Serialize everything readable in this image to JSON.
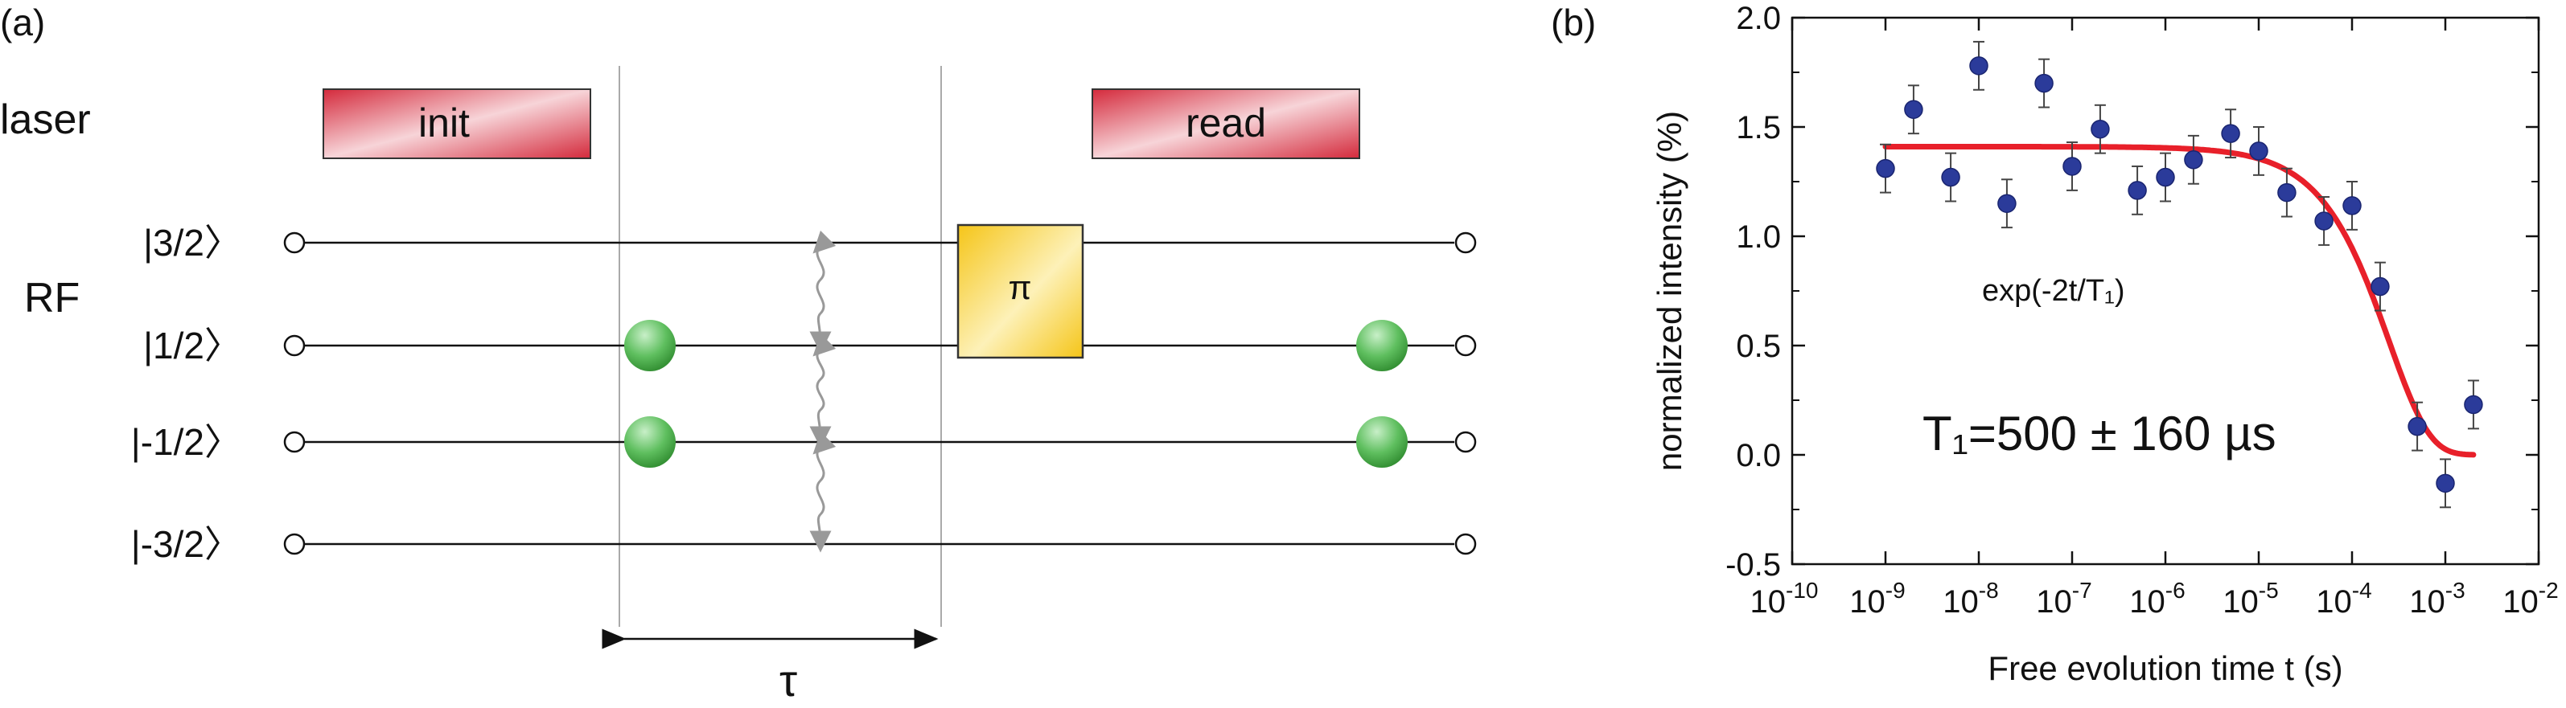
{
  "panel_a": {
    "label": "(a)",
    "row_labels": {
      "laser": "laser",
      "rf": "RF"
    },
    "pulses": {
      "init": "init",
      "read": "read",
      "pi": "π"
    },
    "states": [
      "|3/2〉",
      "|1/2〉",
      "|-1/2〉",
      "|-3/2〉"
    ],
    "tau": "τ",
    "colors": {
      "pulse_red": "#d42a3c",
      "pi_yellow": "#f5c518",
      "dot_green": "#3a9a3a"
    }
  },
  "panel_b": {
    "label": "(b)",
    "fit_label": "exp(-2t/T₁)",
    "t1_label": "T₁=500 ± 160 µs"
  },
  "chart_data": {
    "type": "scatter",
    "xscale": "log",
    "xlim": [
      1e-10,
      0.01
    ],
    "ylim": [
      -0.5,
      2.0
    ],
    "xlabel": "Free evolution time t (s)",
    "ylabel": "normalized intensity (%)",
    "xticks": [
      {
        "value": 1e-10,
        "base": "10",
        "exp": "-10"
      },
      {
        "value": 1e-09,
        "base": "10",
        "exp": "-9"
      },
      {
        "value": 1e-08,
        "base": "10",
        "exp": "-8"
      },
      {
        "value": 1e-07,
        "base": "10",
        "exp": "-7"
      },
      {
        "value": 1e-06,
        "base": "10",
        "exp": "-6"
      },
      {
        "value": 1e-05,
        "base": "10",
        "exp": "-5"
      },
      {
        "value": 0.0001,
        "base": "10",
        "exp": "-4"
      },
      {
        "value": 0.001,
        "base": "10",
        "exp": "-3"
      },
      {
        "value": 0.01,
        "base": "10",
        "exp": "-2"
      }
    ],
    "yticks": [
      {
        "value": -0.5,
        "label": "-0.5"
      },
      {
        "value": 0.0,
        "label": "0.0"
      },
      {
        "value": 0.5,
        "label": "0.5"
      },
      {
        "value": 1.0,
        "label": "1.0"
      },
      {
        "value": 1.5,
        "label": "1.5"
      },
      {
        "value": 2.0,
        "label": "2.0"
      }
    ],
    "series": [
      {
        "kind": "points",
        "color": "#2b3b9a",
        "x": [
          1e-09,
          2e-09,
          5e-09,
          1e-08,
          2e-08,
          5e-08,
          1e-07,
          2e-07,
          5e-07,
          1e-06,
          2e-06,
          5e-06,
          1e-05,
          2e-05,
          5e-05,
          0.0001,
          0.0002,
          0.0005,
          0.001,
          0.002
        ],
        "y": [
          1.31,
          1.58,
          1.27,
          1.78,
          1.15,
          1.7,
          1.32,
          1.49,
          1.21,
          1.27,
          1.35,
          1.47,
          1.39,
          1.2,
          1.07,
          1.14,
          0.77,
          0.13,
          -0.13,
          0.23
        ],
        "err": [
          0.11,
          0.11,
          0.11,
          0.11,
          0.11,
          0.11,
          0.11,
          0.11,
          0.11,
          0.11,
          0.11,
          0.11,
          0.11,
          0.11,
          0.11,
          0.11,
          0.11,
          0.11,
          0.11,
          0.11
        ]
      },
      {
        "kind": "fit",
        "color": "#e8202a",
        "amplitude": 1.41,
        "T1": 0.0005,
        "xrange": [
          1e-09,
          0.002
        ]
      }
    ]
  }
}
